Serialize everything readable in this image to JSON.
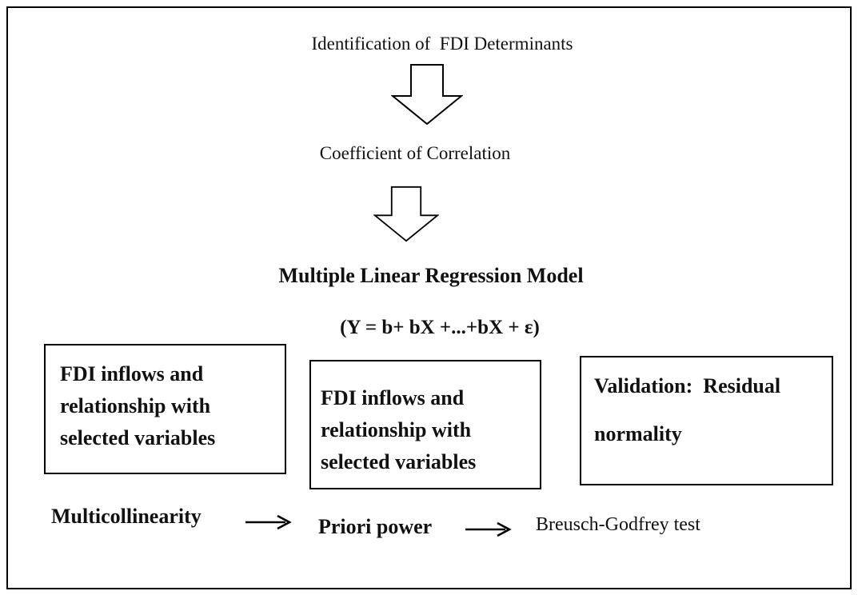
{
  "diagram": {
    "step1_label": "Identification of  FDI Determinants",
    "step2_label": "Coefficient of Correlation",
    "model_title": "Multiple Linear Regression Model",
    "model_equation": "(Y = b+ bX +...+bX + ε)",
    "boxes": [
      {
        "label": "FDI inflows and relationship with selected variables"
      },
      {
        "label": "FDI inflows and relationship with selected variables"
      },
      {
        "label": "Validation:  Residual normality"
      }
    ],
    "bottom_flow": {
      "step1": "Multicollinearity",
      "step2": "Priori power",
      "step3": "Breusch-Godfrey test"
    },
    "colors": {
      "text": "#111111",
      "border": "#000000",
      "background": "#ffffff"
    }
  }
}
